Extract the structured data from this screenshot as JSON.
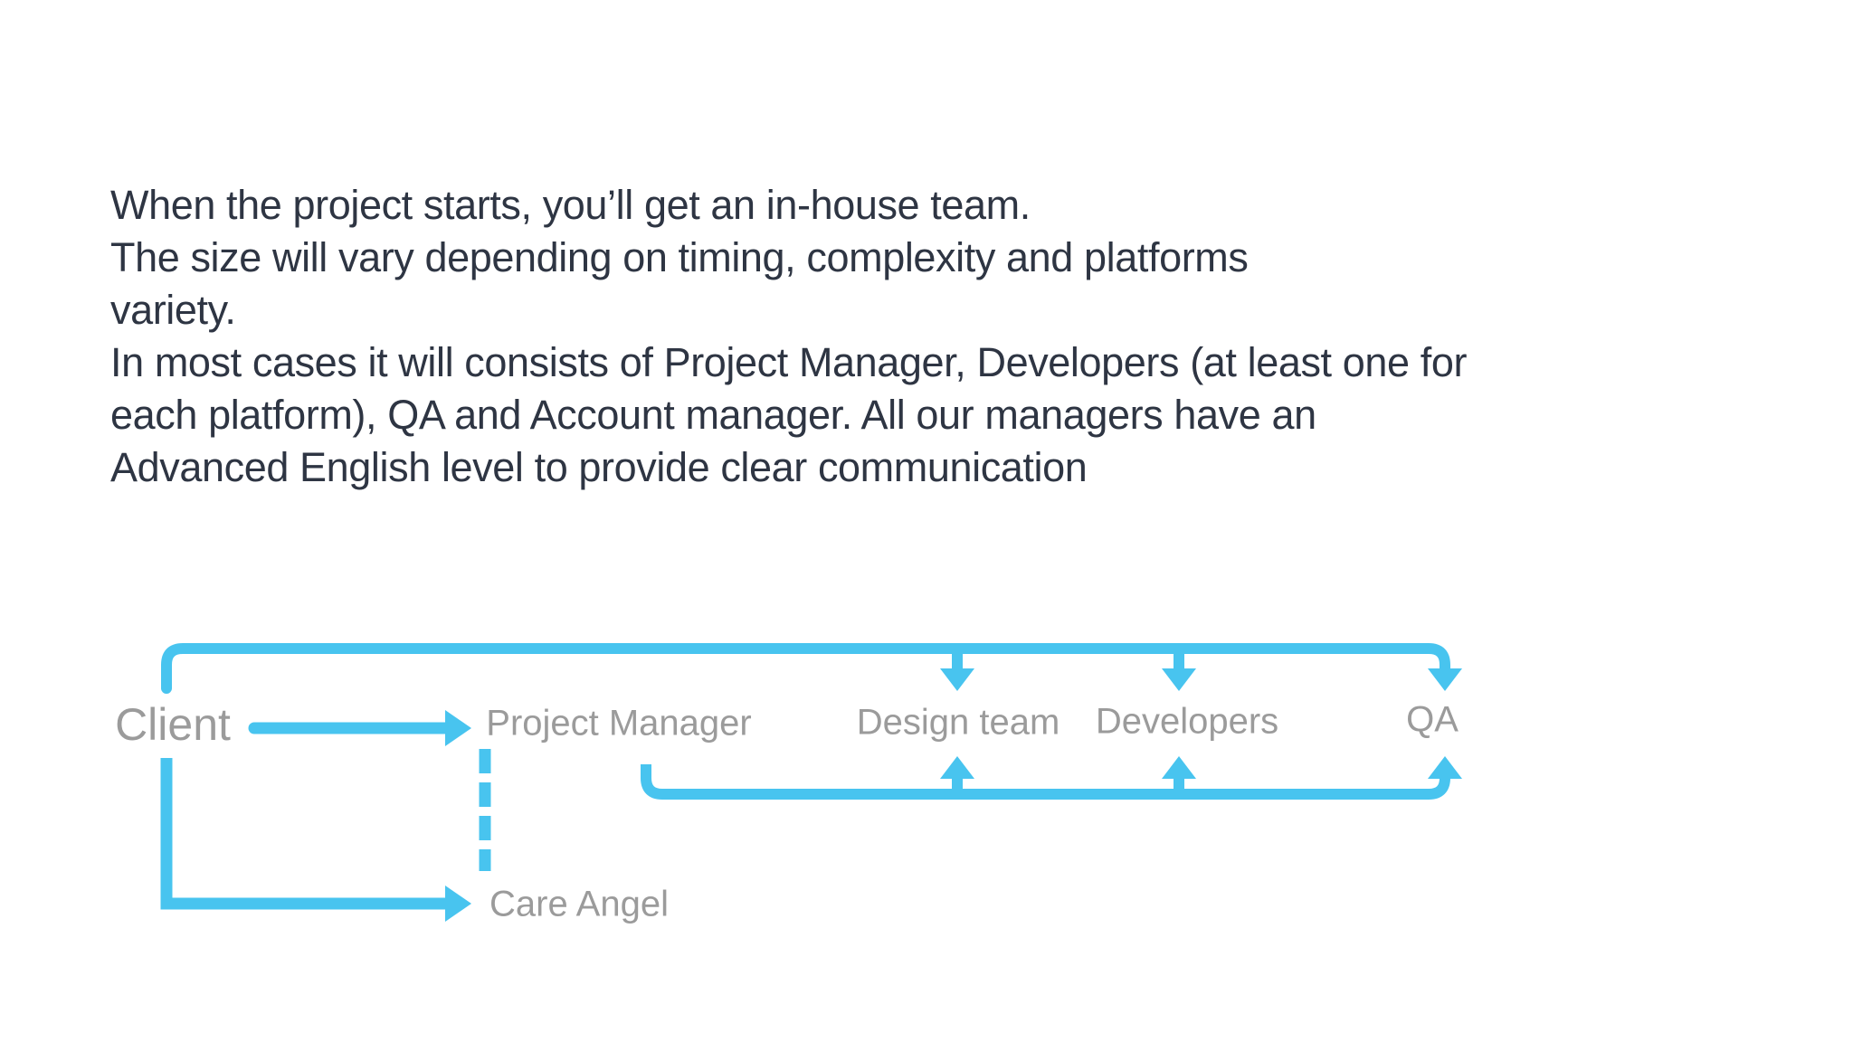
{
  "page": {
    "background_color": "#ffffff",
    "accent_color": "#48C4EF",
    "paragraph_color": "#2E3543",
    "label_color": "#9B9B9B"
  },
  "paragraph": {
    "text": "When the project starts, you’ll get an in-house team.\nThe size will vary depending on timing, complexity and platforms\nvariety.\nIn most cases it will consists of Project Manager, Developers (at least one for\neach platform), QA and Account manager. All our managers have an\nAdvanced English level to provide clear communication"
  },
  "diagram": {
    "nodes": {
      "client": "Client",
      "project_manager": "Project Manager",
      "design_team": "Design team",
      "developers": "Developers",
      "qa": "QA",
      "care_angel": "Care Angel"
    },
    "edges": [
      {
        "from": "client",
        "to": "project_manager",
        "style": "solid-arrow"
      },
      {
        "from": "client",
        "to": "design_team",
        "style": "top-bracket-arrow"
      },
      {
        "from": "client",
        "to": "developers",
        "style": "top-bracket-arrow"
      },
      {
        "from": "client",
        "to": "qa",
        "style": "top-bracket-arrow"
      },
      {
        "from": "project_manager",
        "to": "design_team",
        "style": "bottom-bracket-arrow"
      },
      {
        "from": "project_manager",
        "to": "developers",
        "style": "bottom-bracket-arrow"
      },
      {
        "from": "project_manager",
        "to": "qa",
        "style": "bottom-bracket-arrow"
      },
      {
        "from": "project_manager",
        "to": "care_angel",
        "style": "dashed"
      },
      {
        "from": "client",
        "to": "care_angel",
        "style": "solid-arrow"
      }
    ]
  }
}
